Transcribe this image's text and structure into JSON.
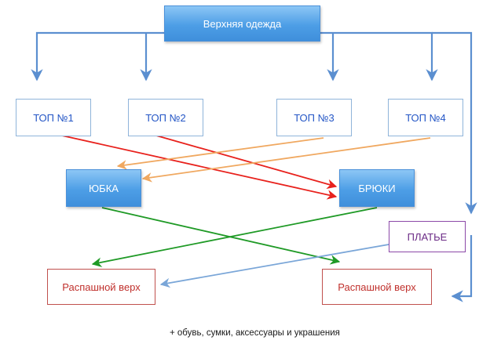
{
  "nodes": {
    "main": "Верхняя одежда",
    "top1": "ТОП №1",
    "top2": "ТОП №2",
    "top3": "ТОП №3",
    "top4": "ТОП №4",
    "skirt": "ЮБКА",
    "pants": "БРЮКИ",
    "dress": "ПЛАТЬЕ",
    "wrap_top_left": "Распашной верх",
    "wrap_top_right": "Распашной верх"
  },
  "footnote": "+ обувь, сумки, аксессуары и украшения",
  "colors": {
    "blue_connector": "#5b8fd0",
    "red_arrow": "#e8211c",
    "orange_arrow": "#f0a860",
    "green_arrow": "#1f9a26",
    "node_fill": "#4d9ee6"
  }
}
